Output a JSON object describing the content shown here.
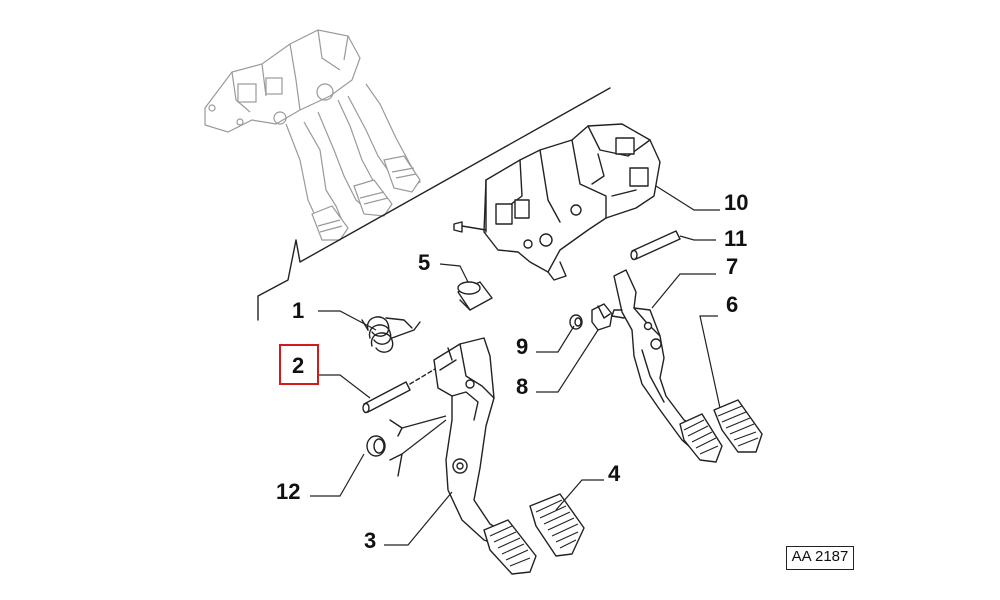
{
  "diagram": {
    "reference_code": "AA 2187",
    "highlighted_callout": "2",
    "callouts": [
      {
        "id": "c1",
        "label": "1"
      },
      {
        "id": "c2",
        "label": "2"
      },
      {
        "id": "c3",
        "label": "3"
      },
      {
        "id": "c4",
        "label": "4"
      },
      {
        "id": "c5",
        "label": "5"
      },
      {
        "id": "c6",
        "label": "6"
      },
      {
        "id": "c7",
        "label": "7"
      },
      {
        "id": "c8",
        "label": "8"
      },
      {
        "id": "c9",
        "label": "9"
      },
      {
        "id": "c10",
        "label": "10"
      },
      {
        "id": "c11",
        "label": "11"
      },
      {
        "id": "c12",
        "label": "12"
      }
    ],
    "colors": {
      "highlight": "#d11a1a",
      "ink": "#222222",
      "ghost": "#9a9a9a"
    }
  }
}
